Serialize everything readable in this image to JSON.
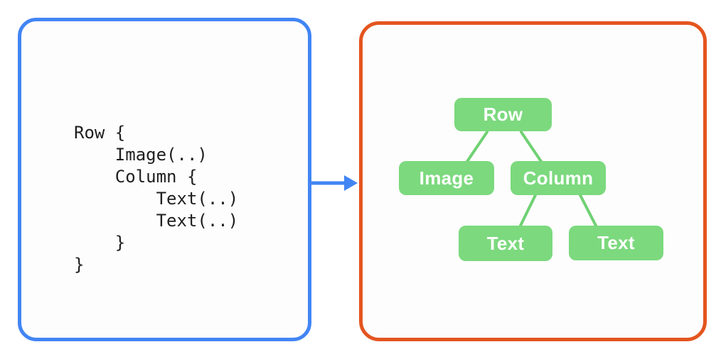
{
  "colors": {
    "panel-blue": "#4285f4",
    "panel-orange": "#e4551f",
    "node-green": "#7cd97e",
    "edge-green": "#6fd173",
    "node-text": "#ffffff",
    "code-text": "#1f1f1f",
    "background": "#ffffff"
  },
  "code_panel": {
    "code": "Row {\n    Image(..)\n    Column {\n        Text(..)\n        Text(..)\n    }\n}"
  },
  "arrow": {
    "direction": "right",
    "meaning": "code transforms into UI tree"
  },
  "tree_panel": {
    "nodes": [
      {
        "id": "row",
        "label": "Row",
        "parent": null
      },
      {
        "id": "image",
        "label": "Image",
        "parent": "row"
      },
      {
        "id": "column",
        "label": "Column",
        "parent": "row"
      },
      {
        "id": "text-1",
        "label": "Text",
        "parent": "column"
      },
      {
        "id": "text-2",
        "label": "Text",
        "parent": "column"
      }
    ]
  }
}
